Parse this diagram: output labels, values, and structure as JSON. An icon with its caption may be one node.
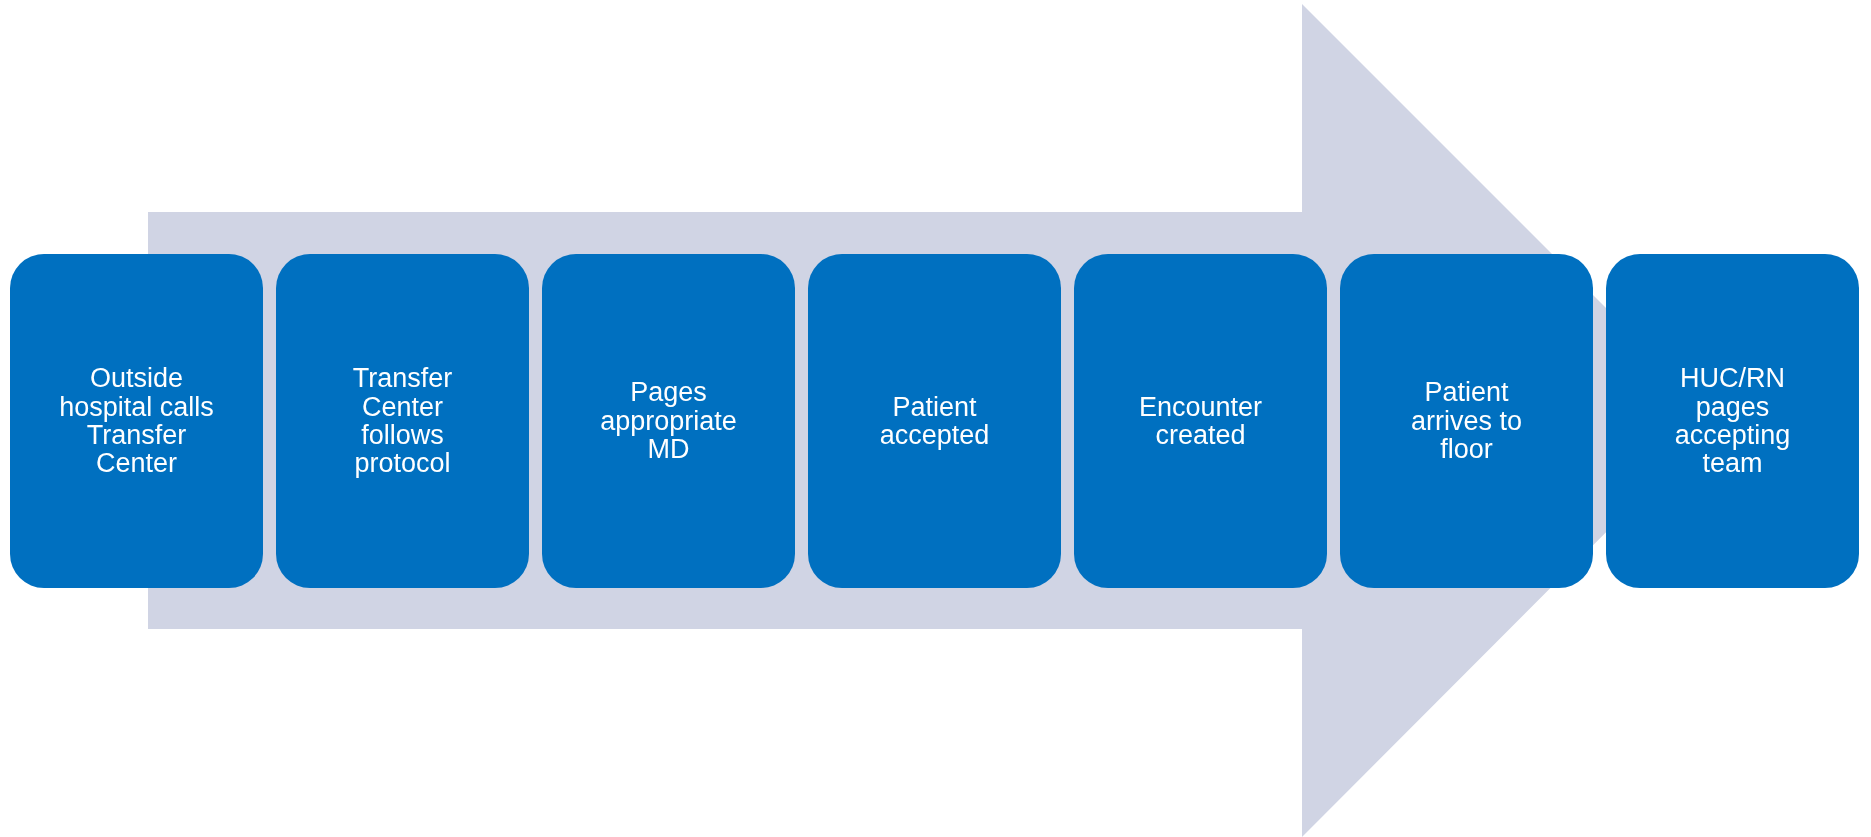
{
  "diagram": {
    "nodes": [
      {
        "text": [
          "Outside hospital calls Transfer Center"
        ]
      },
      {
        "text": [
          "Transfer Center follows protocol"
        ]
      },
      {
        "text": [
          "Pages appropriate MD"
        ]
      },
      {
        "text": [
          "Patient accepted"
        ]
      },
      {
        "text": [
          "Encounter created"
        ]
      },
      {
        "text": [
          "Patient arrives to floor"
        ]
      },
      {
        "text": [
          "HUC/RN pages accepting team"
        ]
      }
    ],
    "edges": [
      {
        "from": 0,
        "to": 6,
        "arrow": "to"
      }
    ]
  }
}
